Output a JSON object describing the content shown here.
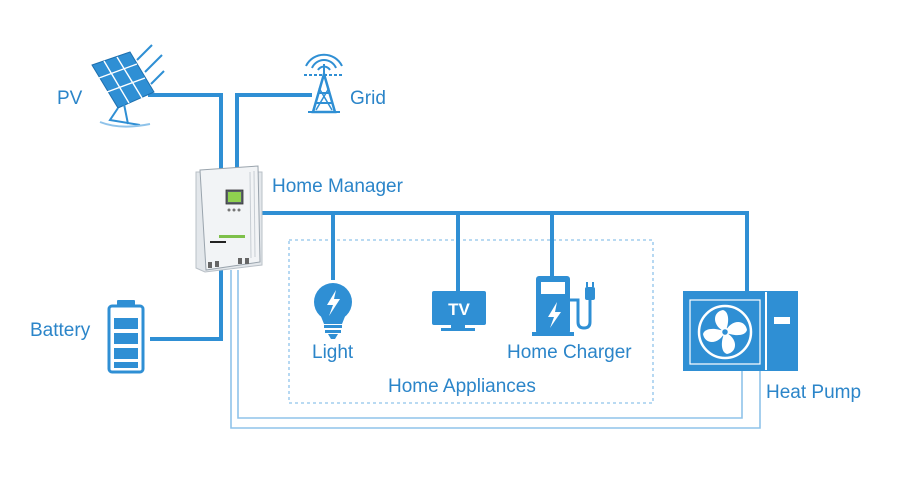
{
  "labels": {
    "pv": "PV",
    "grid": "Grid",
    "home_manager": "Home Manager",
    "battery": "Battery",
    "light": "Light",
    "tv": "TV",
    "home_charger": "Home Charger",
    "home_appliances": "Home Appliances",
    "heat_pump": "Heat Pump"
  },
  "colors": {
    "accent": "#2f8fd4",
    "light_accent": "#8fc3ea",
    "label": "#2b85c9",
    "inverter_body": "#f2f4f6"
  },
  "icons": [
    "solar-panel-icon",
    "grid-tower-icon",
    "inverter-icon",
    "battery-icon",
    "light-bulb-icon",
    "tv-icon",
    "ev-charger-icon",
    "heat-pump-icon"
  ]
}
